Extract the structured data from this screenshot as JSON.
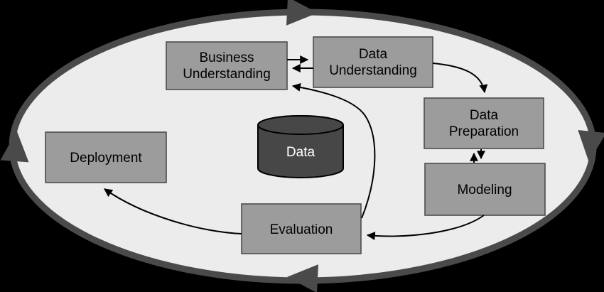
{
  "diagram": {
    "type": "process-cycle",
    "nodes": {
      "business_understanding": {
        "line1": "Business",
        "line2": "Understanding"
      },
      "data_understanding": {
        "line1": "Data",
        "line2": "Understanding"
      },
      "data_preparation": {
        "line1": "Data",
        "line2": "Preparation"
      },
      "modeling": {
        "label": "Modeling"
      },
      "evaluation": {
        "label": "Evaluation"
      },
      "deployment": {
        "label": "Deployment"
      },
      "data_store": {
        "label": "Data"
      }
    },
    "edges": [
      "business_understanding -> data_understanding",
      "data_understanding -> business_understanding",
      "data_understanding -> data_preparation",
      "data_preparation -> modeling",
      "modeling -> data_preparation",
      "modeling -> evaluation",
      "evaluation -> business_understanding",
      "evaluation -> deployment"
    ],
    "cycle_direction": "clockwise",
    "colors": {
      "background": "#000000",
      "cycle_fill": "#ececec",
      "cycle_stroke": "#4a4a4a",
      "cycle_arrowhead": "#4a4a4a",
      "node_fill": "#9c9c9c",
      "node_stroke": "#4d4d4d",
      "node_text": "#000000",
      "cylinder_fill": "#474747",
      "cylinder_stroke": "#000000",
      "cylinder_text": "#ffffff",
      "flow_arrow": "#000000"
    }
  }
}
